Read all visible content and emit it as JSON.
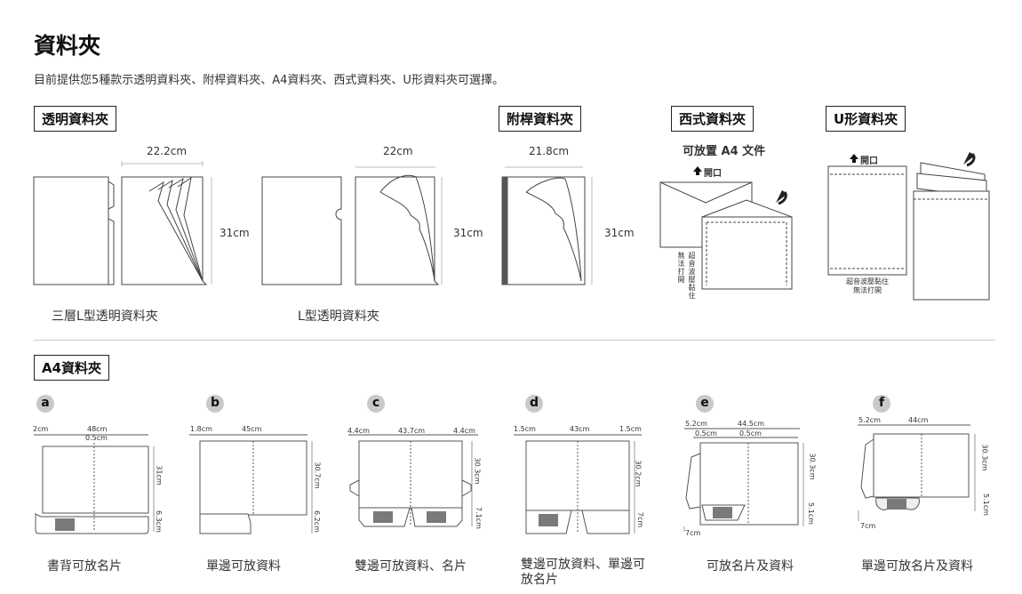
{
  "title": "資料夾",
  "description": "目前提供您5種款示透明資料夾、附桿資料夾、A4資料夾、西式資料夾、U形資料夾可選擇。",
  "sections": {
    "transparent": "透明資料夾",
    "rod": "附桿資料夾",
    "western": "西式資料夾",
    "u_shape": "U形資料夾",
    "a4": "A4資料夾"
  },
  "transparent": {
    "tri_caption": "三層L型透明資料夾",
    "l_caption": "L型透明資料夾",
    "tri_width": "22.2cm",
    "tri_height": "31cm",
    "l_width": "22cm",
    "l_height": "31cm"
  },
  "rod": {
    "width": "21.8cm",
    "height": "31cm"
  },
  "western": {
    "heading": "可放置 A4 文件",
    "opening": "開口",
    "vertical_note": [
      "無",
      "法",
      "打",
      "開"
    ],
    "vertical_note2": [
      "超",
      "音",
      "波",
      "壓",
      "黏",
      "住"
    ]
  },
  "u_shape": {
    "opening": "開口",
    "note_line1": "超音波壓黏住",
    "note_line2": "無法打開"
  },
  "a4": {
    "items": [
      {
        "badge": "a",
        "caption": "書背可放名片",
        "dims": [
          "2cm",
          "48cm",
          "0.5cm",
          "31cm",
          "6.3cm"
        ]
      },
      {
        "badge": "b",
        "caption": "單邊可放資料",
        "dims": [
          "1.8cm",
          "45cm",
          "30.7cm",
          "6.2cm"
        ]
      },
      {
        "badge": "c",
        "caption": "雙邊可放資料、名片",
        "dims": [
          "4.4cm",
          "43.7cm",
          "4.4cm",
          "30.3cm",
          "7.1cm"
        ]
      },
      {
        "badge": "d",
        "caption": "雙邊可放資料、單邊可放名片",
        "dims": [
          "1.5cm",
          "43cm",
          "1.5cm",
          "30.2cm",
          "7cm"
        ]
      },
      {
        "badge": "e",
        "caption": "可放名片及資料",
        "dims": [
          "5.2cm",
          "44.5cm",
          "0.5cm",
          "0.5cm",
          "30.3cm",
          "5.1cm",
          "7cm"
        ]
      },
      {
        "badge": "f",
        "caption": "單邊可放名片及資料",
        "dims": [
          "5.2cm",
          "44cm",
          "30.3cm",
          "5.1cm",
          "7cm"
        ]
      }
    ]
  }
}
